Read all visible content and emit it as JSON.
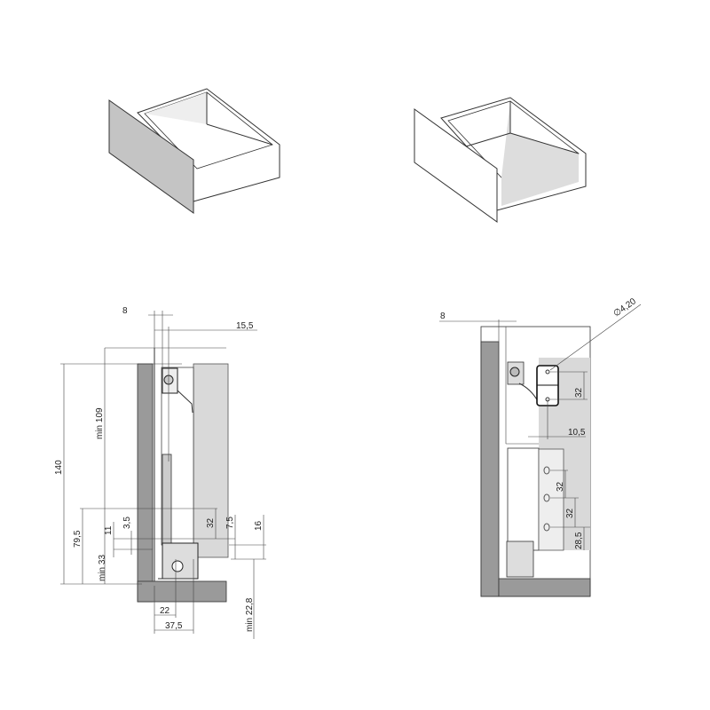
{
  "colors": {
    "wall": "#9a9a9a",
    "panel": "#d9d9d9",
    "front": "#c4c4c4",
    "line": "#333333"
  },
  "left_section": {
    "dims": {
      "d8": "8",
      "d15_5": "15,5",
      "d140": "140",
      "min109": "min 109",
      "d79_5": "79,5",
      "d11": "11",
      "d3_5": "3,5",
      "min33": "min 33",
      "d32": "32",
      "d7_5": "7,5",
      "d16": "16",
      "d22": "22",
      "d37_5": "37,5",
      "min22_8": "min 22,8"
    }
  },
  "right_section": {
    "dims": {
      "d8": "8",
      "dia": "∅4,20",
      "d32a": "32",
      "d10_5": "10,5",
      "d32b": "32",
      "d32c": "32",
      "d28_5": "28,5"
    }
  }
}
